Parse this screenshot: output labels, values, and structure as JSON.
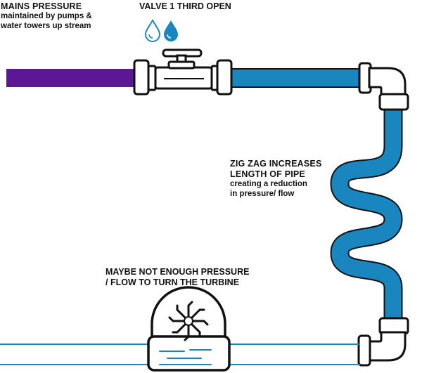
{
  "labels": {
    "mains_title": "MAINS PRESSURE",
    "mains_line1": "maintained by pumps &",
    "mains_line2": "water towers up stream",
    "valve": "VALVE 1 THIRD OPEN",
    "zigzag_title1": "ZIG ZAG INCREASES",
    "zigzag_title2": "LENGTH OF PIPE",
    "zigzag_line1": "creating a reduction",
    "zigzag_line2": "in pressure/ flow",
    "turbine_line1": "MAYBE NOT ENOUGH PRESSURE",
    "turbine_line2": "/ FLOW TO TURN THE TURBINE"
  },
  "colors": {
    "mains_pipe": "#5B1794",
    "water_pipe": "#1A86C0",
    "outline": "#111111",
    "fitting": "#FFFFFF",
    "stream": "#1A86C0"
  },
  "icons": {
    "drop_empty": "water-drop-outline-icon",
    "drop_full": "water-drop-filled-icon"
  }
}
